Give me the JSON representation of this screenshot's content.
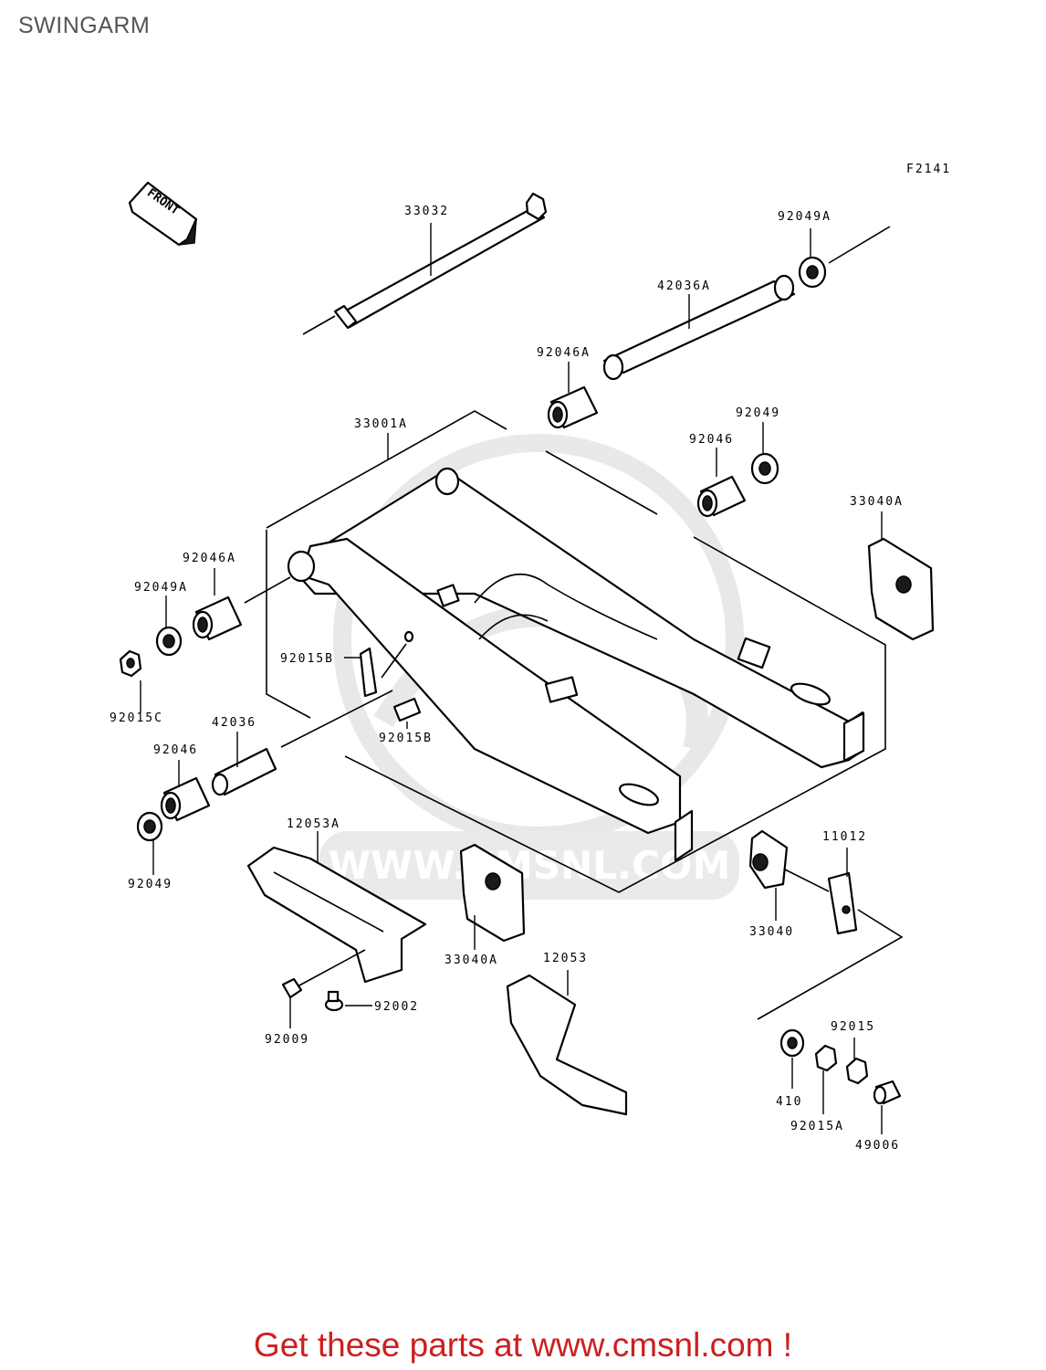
{
  "header": {
    "title": "SWINGARM"
  },
  "diagram": {
    "figure_code": "F2141",
    "front_label": "FRONT",
    "watermark": "WWW.CMSNL.COM",
    "parts": [
      {
        "id": "33032",
        "label": "33032"
      },
      {
        "id": "92049A-1",
        "label": "92049A"
      },
      {
        "id": "42036A",
        "label": "42036A"
      },
      {
        "id": "92046A-1",
        "label": "92046A"
      },
      {
        "id": "33001A",
        "label": "33001A"
      },
      {
        "id": "92049",
        "label": "92049"
      },
      {
        "id": "92046-1",
        "label": "92046"
      },
      {
        "id": "33040A-1",
        "label": "33040A"
      },
      {
        "id": "92046A-2",
        "label": "92046A"
      },
      {
        "id": "92049A-2",
        "label": "92049A"
      },
      {
        "id": "92015B-1",
        "label": "92015B"
      },
      {
        "id": "92015C",
        "label": "92015C"
      },
      {
        "id": "42036",
        "label": "42036"
      },
      {
        "id": "92015B-2",
        "label": "92015B"
      },
      {
        "id": "92046-2",
        "label": "92046"
      },
      {
        "id": "12053A",
        "label": "12053A"
      },
      {
        "id": "92049-2",
        "label": "92049"
      },
      {
        "id": "11012",
        "label": "11012"
      },
      {
        "id": "33040",
        "label": "33040"
      },
      {
        "id": "33040A-2",
        "label": "33040A"
      },
      {
        "id": "12053",
        "label": "12053"
      },
      {
        "id": "92002",
        "label": "92002"
      },
      {
        "id": "92009",
        "label": "92009"
      },
      {
        "id": "92015",
        "label": "92015"
      },
      {
        "id": "410",
        "label": "410"
      },
      {
        "id": "92015A",
        "label": "92015A"
      },
      {
        "id": "49006",
        "label": "49006"
      }
    ]
  },
  "footer": {
    "text": "Get these parts at www.cmsnl.com !"
  }
}
